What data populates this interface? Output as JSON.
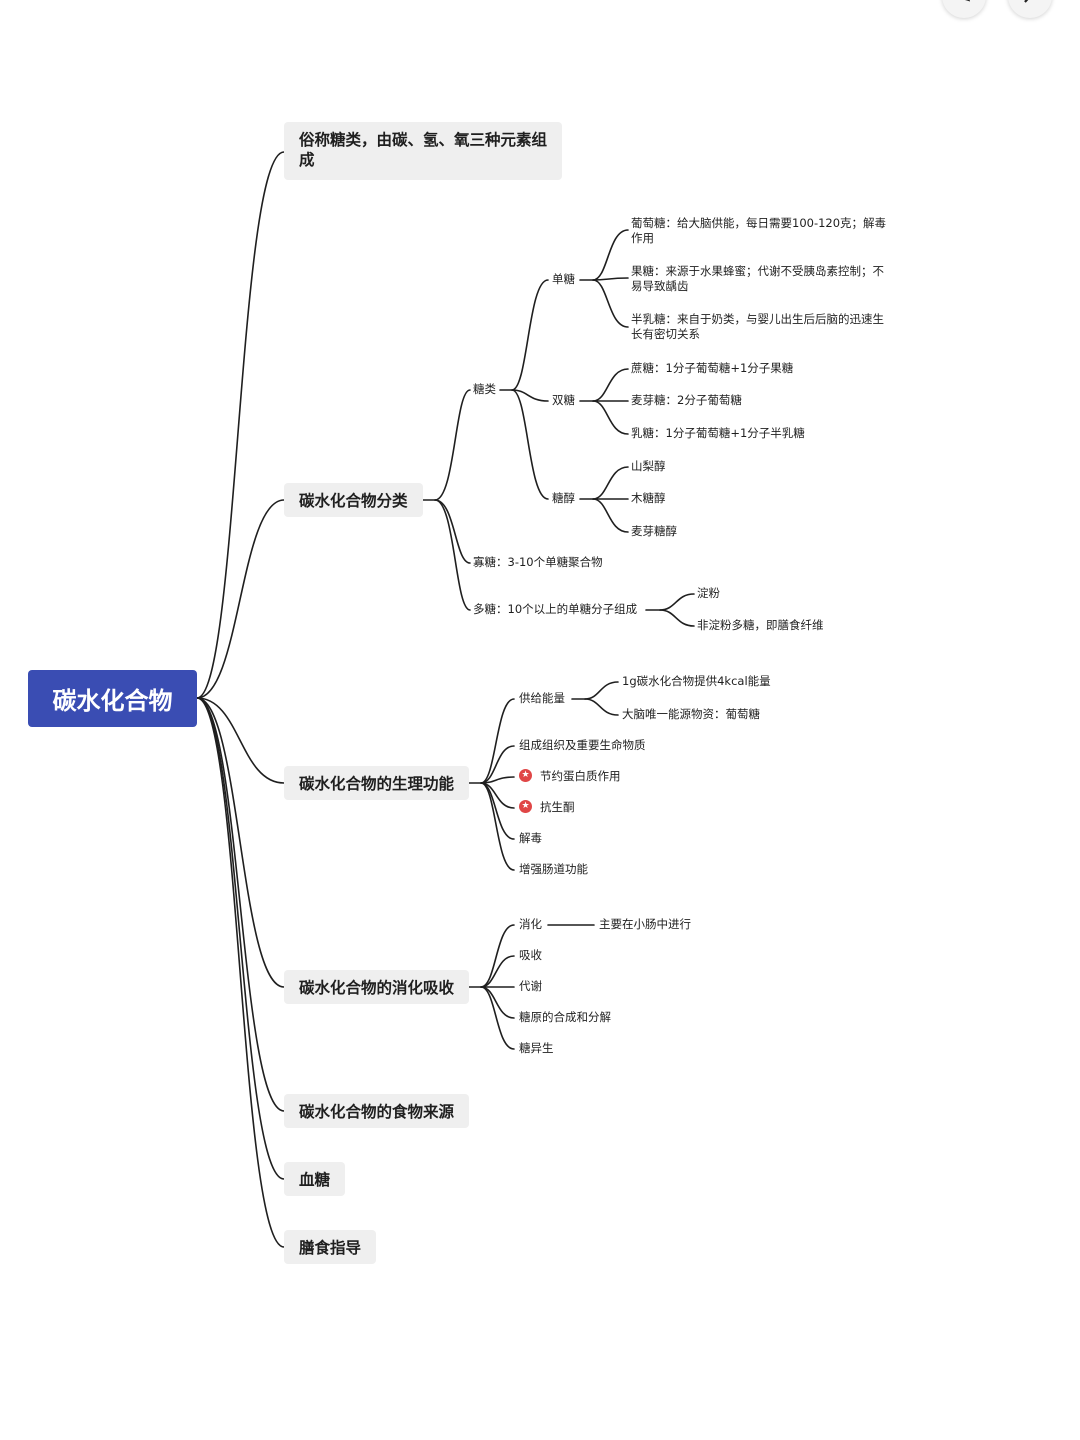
{
  "root": "碳水化合物",
  "branches": {
    "composition": "俗称糖类，由碳、氢、氧三种元素组成",
    "classification": {
      "label": "碳水化合物分类",
      "sugars": {
        "label": "糖类",
        "mono": {
          "label": "单糖",
          "items": [
            "葡萄糖：给大脑供能，每日需要100-120克；解毒作用",
            "果糖：来源于水果蜂蜜；代谢不受胰岛素控制；不易导致龋齿",
            "半乳糖：来自于奶类，与婴儿出生后后脑的迅速生长有密切关系"
          ]
        },
        "di": {
          "label": "双糖",
          "items": [
            "蔗糖：1分子葡萄糖+1分子果糖",
            "麦芽糖：2分子葡萄糖",
            "乳糖：1分子葡萄糖+1分子半乳糖"
          ]
        },
        "alcohol": {
          "label": "糖醇",
          "items": [
            "山梨醇",
            "木糖醇",
            "麦芽糖醇"
          ]
        }
      },
      "oligo": "寡糖：3-10个单糖聚合物",
      "poly": {
        "label": "多糖：10个以上的单糖分子组成",
        "items": [
          "淀粉",
          "非淀粉多糖，即膳食纤维"
        ]
      }
    },
    "function": {
      "label": "碳水化合物的生理功能",
      "energy": {
        "label": "供给能量",
        "items": [
          "1g碳水化合物提供4kcal能量",
          "大脑唯一能源物资：葡萄糖"
        ]
      },
      "items": [
        "组成组织及重要生命物质",
        "节约蛋白质作用",
        "抗生酮",
        "解毒",
        "增强肠道功能"
      ]
    },
    "digestion": {
      "label": "碳水化合物的消化吸收",
      "digest": "消化",
      "digest_note": "主要在小肠中进行",
      "items": [
        "吸收",
        "代谢",
        "糖原的合成和分解",
        "糖异生"
      ]
    },
    "sources": "碳水化合物的食物来源",
    "blood_sugar": "血糖",
    "diet": "膳食指导"
  },
  "colors": {
    "root": "#3a4db3",
    "branch_bg": "#efefef",
    "line": "#1f1f1f",
    "star": "#e04646"
  },
  "icons": {
    "marker": "star-icon",
    "toolbar": [
      "pen-icon",
      "cursor-icon"
    ]
  }
}
